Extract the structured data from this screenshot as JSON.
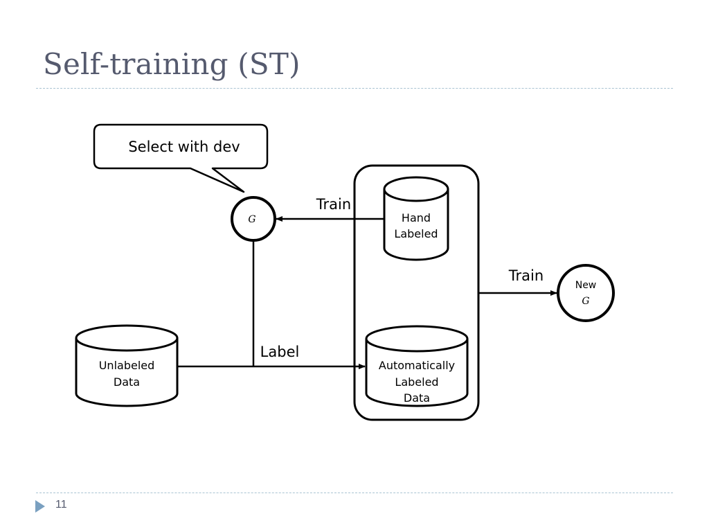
{
  "slide": {
    "title": "Self-training (ST)",
    "page_number": "11"
  },
  "diagram": {
    "callout": "Select with dev",
    "node_g": "G",
    "new_g": {
      "line1": "New",
      "line2": "G"
    },
    "hand_labeled": {
      "line1": "Hand",
      "line2": "Labeled"
    },
    "unlabeled_data": {
      "line1": "Unlabeled",
      "line2": "Data"
    },
    "auto_labeled_data": {
      "line1": "Automatically",
      "line2": "Labeled",
      "line3": "Data"
    },
    "edge_train_top": "Train",
    "edge_train_right": "Train",
    "edge_label": "Label"
  }
}
